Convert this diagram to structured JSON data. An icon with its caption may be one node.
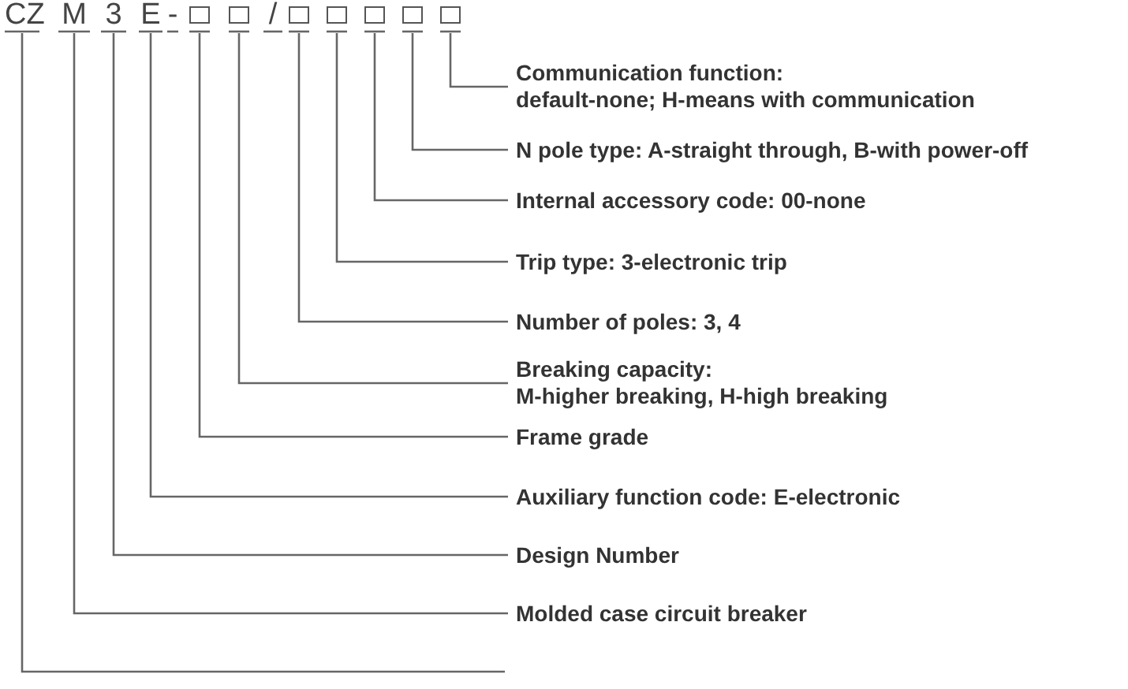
{
  "diagram": {
    "nodes": [
      {
        "text": [
          "CZ"
        ]
      },
      {
        "text": [
          "M"
        ]
      },
      {
        "text": [
          "3"
        ]
      },
      {
        "text": [
          "E"
        ]
      },
      {
        "text": [],
        "shape": "box"
      },
      {
        "text": [],
        "shape": "box"
      },
      {
        "text": [],
        "shape": "box"
      },
      {
        "text": [],
        "shape": "box"
      },
      {
        "text": [],
        "shape": "box"
      },
      {
        "text": [],
        "shape": "box"
      },
      {
        "text": [],
        "shape": "box"
      },
      {
        "text": [
          "Communication function:",
          "default-none; H-means with communication"
        ]
      },
      {
        "text": [
          "N pole type: A-straight through, B-with power-off"
        ]
      },
      {
        "text": [
          "Internal accessory code: 00-none"
        ]
      },
      {
        "text": [
          "Trip type: 3-electronic trip"
        ]
      },
      {
        "text": [
          "Number of poles: 3, 4"
        ]
      },
      {
        "text": [
          "Breaking capacity:",
          "M-higher breaking, H-high breaking"
        ]
      },
      {
        "text": [
          "Frame grade"
        ]
      },
      {
        "text": [
          "Auxiliary function code: E-electronic"
        ]
      },
      {
        "text": [
          "Design Number"
        ]
      },
      {
        "text": [
          "Molded case circuit breaker"
        ]
      }
    ],
    "edges": [
      {
        "from": 10,
        "to": 11,
        "arrow": "none"
      },
      {
        "from": 9,
        "to": 12,
        "arrow": "none"
      },
      {
        "from": 8,
        "to": 13,
        "arrow": "none"
      },
      {
        "from": 7,
        "to": 14,
        "arrow": "none"
      },
      {
        "from": 6,
        "to": 15,
        "arrow": "none"
      },
      {
        "from": 5,
        "to": 16,
        "arrow": "none"
      },
      {
        "from": 4,
        "to": 17,
        "arrow": "none"
      },
      {
        "from": 3,
        "to": 18,
        "arrow": "none"
      },
      {
        "from": 2,
        "to": 19,
        "arrow": "none"
      },
      {
        "from": 1,
        "to": 20,
        "arrow": "none"
      },
      {
        "from": 0,
        "to": null,
        "arrow": "none"
      }
    ],
    "labels": [
      "-",
      "/"
    ]
  }
}
